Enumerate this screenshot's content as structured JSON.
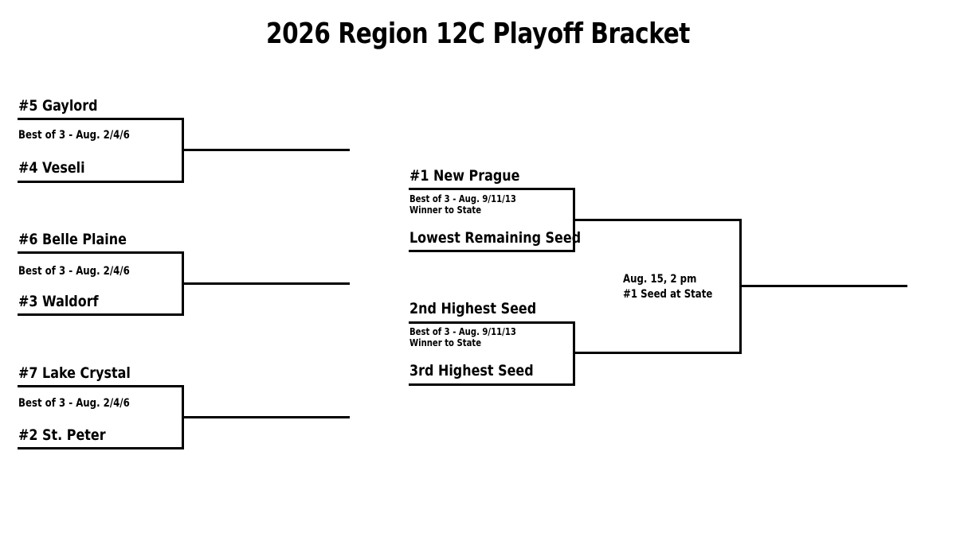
{
  "title": "2026 Region 12C Playoff Bracket",
  "quarterfinals": [
    {
      "top_team": "#5 Gaylord",
      "note": "Best of 3 - Aug. 2/4/6",
      "bottom_team": "#4 Veseli"
    },
    {
      "top_team": "#6 Belle Plaine",
      "note": "Best of 3 - Aug. 2/4/6",
      "bottom_team": "#3 Waldorf"
    },
    {
      "top_team": "#7 Lake Crystal",
      "note": "Best of 3 - Aug. 2/4/6",
      "bottom_team": "#2 St. Peter"
    }
  ],
  "semifinals": [
    {
      "top_team": "#1 New Prague",
      "note_line1": "Best of 3 - Aug. 9/11/13",
      "note_line2": "Winner to State",
      "bottom_team": "Lowest Remaining Seed"
    },
    {
      "top_team": "2nd Highest Seed",
      "note_line1": "Best of 3 - Aug. 9/11/13",
      "note_line2": "Winner to State",
      "bottom_team": "3rd Highest Seed"
    }
  ],
  "final": {
    "note_line1": "Aug. 15, 2 pm",
    "note_line2": "#1 Seed at State"
  }
}
